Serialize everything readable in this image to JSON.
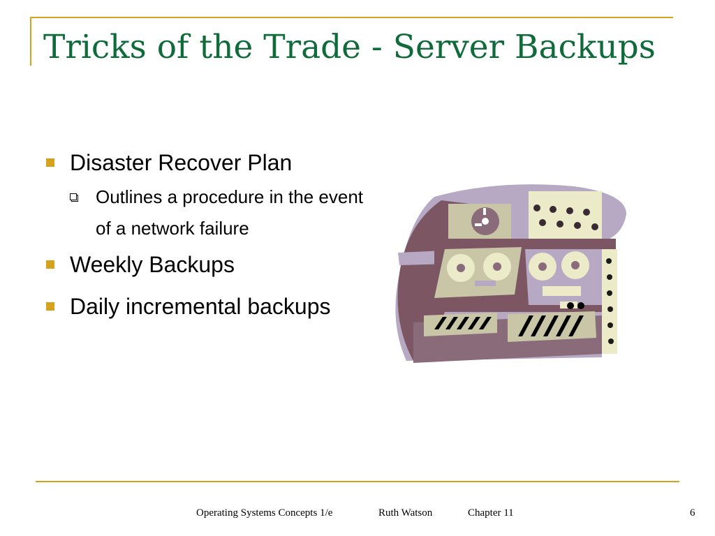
{
  "colors": {
    "accent": "#d4a21c",
    "title": "#0f6b3a"
  },
  "slide": {
    "title": "Tricks of the Trade - Server Backups",
    "bullets": [
      {
        "text": "Disaster Recover Plan",
        "sub": [
          "Outlines a procedure in the event of a network failure"
        ]
      },
      {
        "text": "Weekly Backups",
        "sub": []
      },
      {
        "text": "Daily incremental backups",
        "sub": []
      }
    ],
    "image_icon": "tape-drive-server-icon"
  },
  "footer": {
    "course": "Operating Systems Concepts 1/e",
    "author": "Ruth Watson",
    "chapter": "Chapter 11",
    "page": "6"
  }
}
